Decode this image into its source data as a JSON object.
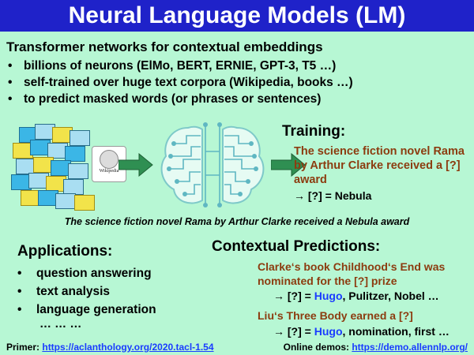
{
  "title": "Neural Language Models (LM)",
  "subhead": "Transformer networks for contextual embeddings",
  "bullets": [
    "billions of neurons (ElMo, BERT, ERNIE, GPT-3, T5 …)",
    "self-trained over huge text corpora (Wikipedia, books …)",
    "to predict masked words (or phrases or sentences)"
  ],
  "images": {
    "books_icon": "book-stack-icon",
    "wikipedia_logo_text": "Wikipedia",
    "brain_icon": "circuit-brain-icon",
    "arrow_icon": "right-arrow-icon"
  },
  "training": {
    "heading": "Training:",
    "text": "The science fiction novel Rama by Arthur Clarke received a [?] award",
    "answer": "→ [?] = Nebula"
  },
  "caption": "The science fiction novel Rama by Arthur Clarke received a Nebula award",
  "applications": {
    "heading": "Applications:",
    "items": [
      "question answering",
      "text analysis",
      "language generation"
    ],
    "more": "… … …"
  },
  "contextual": {
    "heading": "Contextual Predictions:",
    "q1": "Clarke‘s book Childhood‘s End was nominated for the  [?] prize",
    "a1_prefix": "→ [?] = ",
    "a1_hugo": "Hugo",
    "a1_rest": ", Pulitzer, Nobel …",
    "q2": "Liu‘s Three Body earned a [?]",
    "a2_prefix": "→ [?] = ",
    "a2_hugo": "Hugo",
    "a2_rest": ", nomination, first …"
  },
  "footer": {
    "primer_label": "Primer: ",
    "primer_link": "https://aclanthology.org/2020.tacl-1.54",
    "demos_label": "Online demos: ",
    "demos_link": "https://demo.allennlp.org/"
  },
  "colors": {
    "background": "#b7f7d4",
    "title_bar": "#1f22c9",
    "brown_text": "#8c3c10",
    "link_blue": "#1a3cff",
    "arrow_green": "#2f8f52"
  }
}
